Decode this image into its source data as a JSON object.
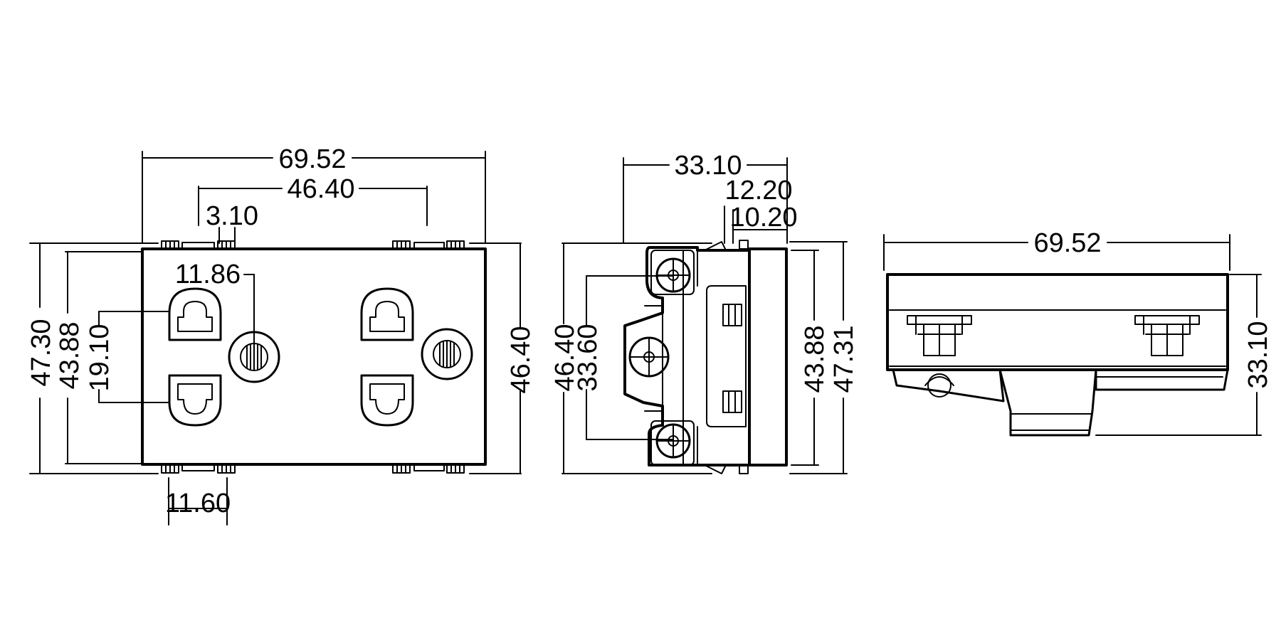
{
  "front_view": {
    "overall_width": "69.52",
    "clip_spacing": "46.40",
    "clip_width": "3.10",
    "outlet_height_right": "46.40",
    "overall_height": "47.30",
    "face_height": "43.88",
    "slot_spacing": "19.10",
    "pin_offset": "11.86",
    "bottom_clip_spacing": "11.60"
  },
  "side_view": {
    "overall_depth": "33.10",
    "flange_depth": "12.20",
    "face_depth": "10.20",
    "back_height": "46.40",
    "screw_spacing": "33.60",
    "face_height": "43.88",
    "overall_height": "47.31"
  },
  "top_view": {
    "overall_width": "69.52",
    "overall_depth": "33.10"
  }
}
